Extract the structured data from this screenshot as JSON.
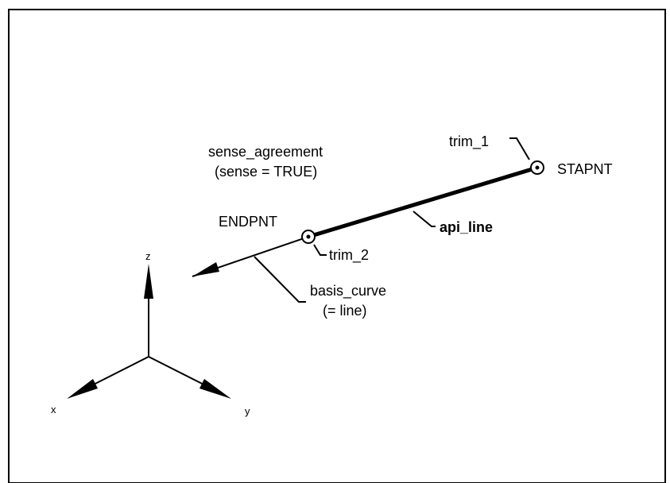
{
  "labels": {
    "sense_agreement": "sense_agreement",
    "sense_value": "(sense = TRUE)",
    "trim_1": "trim_1",
    "stapnt": "STAPNT",
    "endpnt": "ENDPNT",
    "api_line": "api_line",
    "trim_2": "trim_2",
    "basis_curve": "basis_curve",
    "basis_curve_note": "(= line)"
  },
  "axes": {
    "z": "z",
    "x": "x",
    "y": "y"
  }
}
